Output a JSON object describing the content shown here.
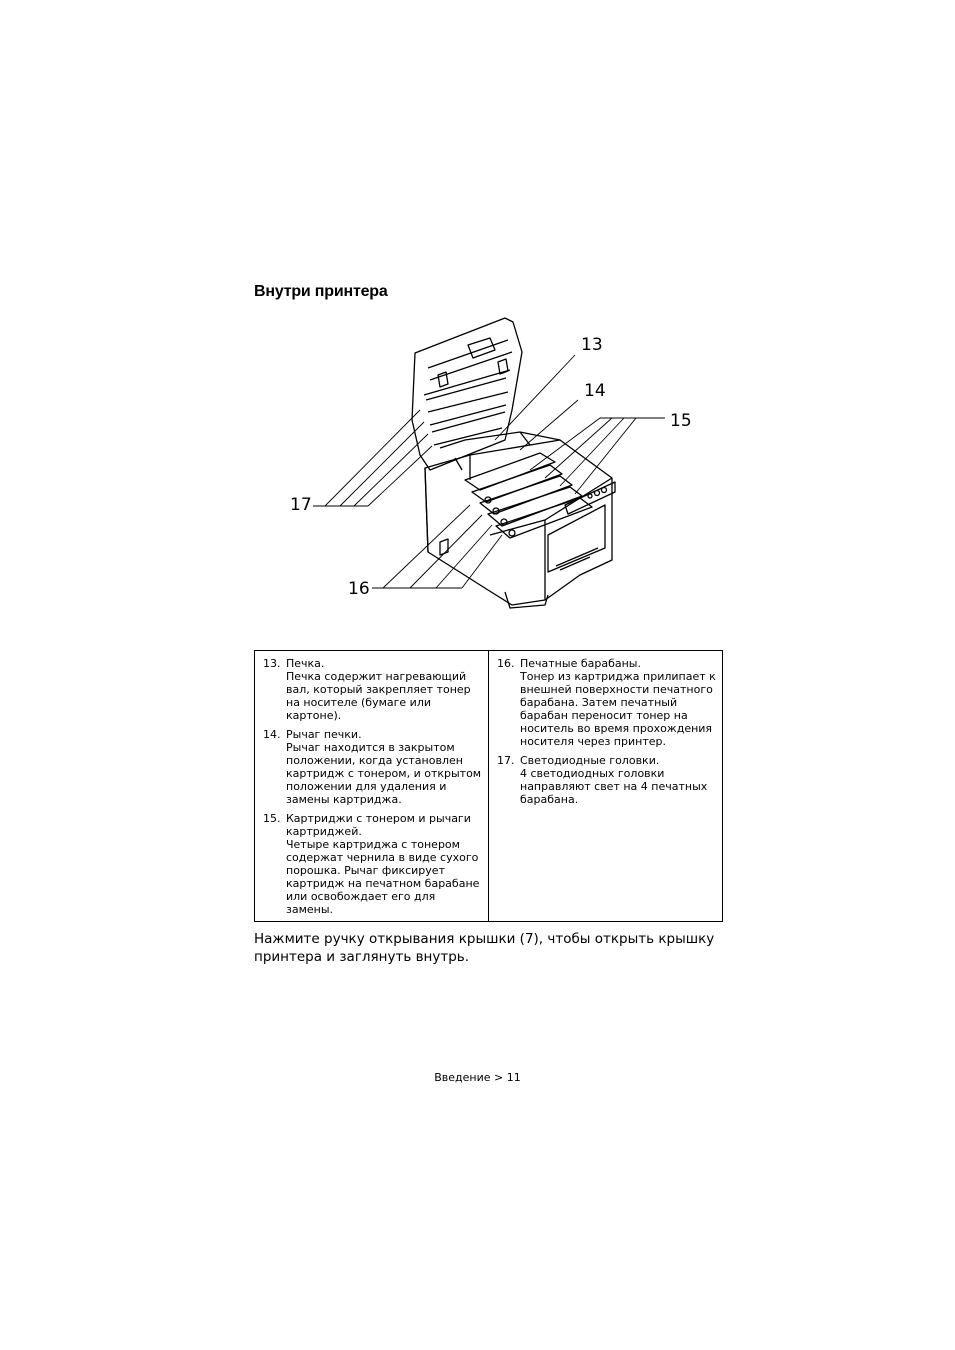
{
  "heading": "Внутри принтера",
  "figure": {
    "callouts": {
      "c13": "13",
      "c14": "14",
      "c15": "15",
      "c16": "16",
      "c17": "17"
    }
  },
  "legend": {
    "left": [
      {
        "num": "13.",
        "title": "Печка.",
        "desc": "Печка содержит нагревающий вал, который закрепляет тонер на носителе (бумаге или картоне)."
      },
      {
        "num": "14.",
        "title": "Рычаг печки.",
        "desc": "Рычаг находится в закрытом положении, когда установлен картридж с тонером, и открытом положении для удаления и замены картриджа."
      },
      {
        "num": "15.",
        "title": "Картриджи с тонером и рычаги картриджей.",
        "desc": "Четыре картриджа с тонером содержат чернила в виде сухого порошка. Рычаг фиксирует картридж на печатном барабане или освобождает его для замены."
      }
    ],
    "right": [
      {
        "num": "16.",
        "title": "Печатные барабаны.",
        "desc": "Тонер из картриджа прилипает к внешней поверхности печатного барабана. Затем печатный барабан переносит тонер на носитель во время прохождения носителя через принтер."
      },
      {
        "num": "17.",
        "title": "Светодиодные головки.",
        "desc": "4 светодиодных головки направляют свет на 4 печатных барабана."
      }
    ]
  },
  "body_text": "Нажмите ручку открывания крышки (7), чтобы открыть крышку принтера и заглянуть внутрь.",
  "footer": "Введение > 11"
}
